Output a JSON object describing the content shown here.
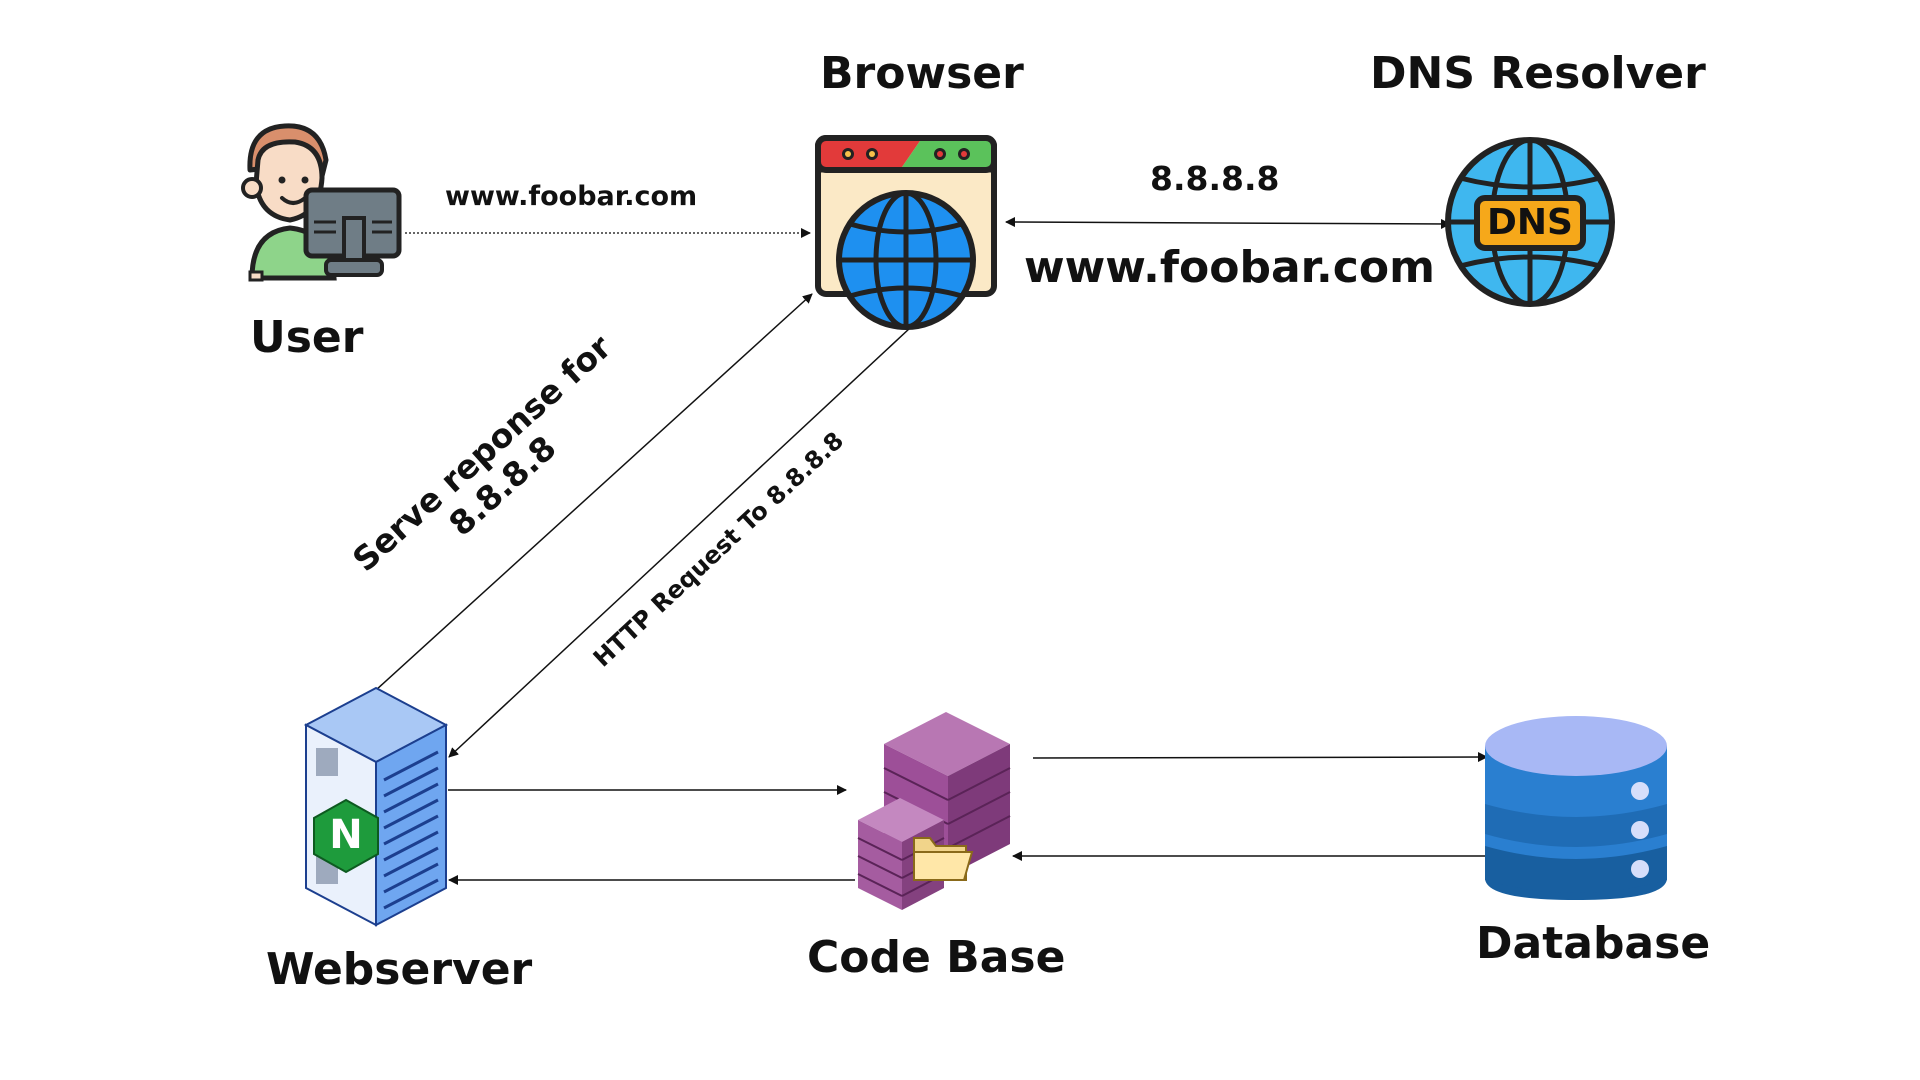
{
  "nodes": {
    "browser": "Browser",
    "dns_resolver": "DNS Resolver",
    "user": "User",
    "webserver": "Webserver",
    "code_base": "Code Base",
    "database": "Database"
  },
  "icons": {
    "dns_badge": "DNS",
    "nginx_badge": "N"
  },
  "edges": {
    "user_to_browser": "www.foobar.com",
    "dns_ip": "8.8.8.8",
    "dns_query": "www.foobar.com",
    "serve_response_line1": "Serve reponse for",
    "serve_response_line2": "8.8.8.8",
    "http_request": "HTTP Request To  8.8.8.8"
  },
  "colors": {
    "globe_blue": "#1e90f0",
    "dns_blue": "#3fb7ef",
    "dns_badge": "#f6a81a",
    "codebase_purple": "#a4569f",
    "database_blue": "#2a7fd0",
    "nginx_green": "#1e9b3c",
    "server_blue": "#6fa6f0"
  }
}
